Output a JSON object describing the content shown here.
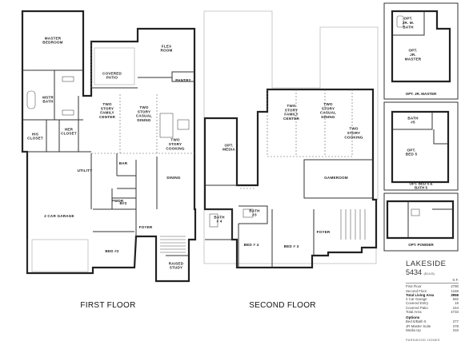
{
  "floors": {
    "first": "FIRST FLOOR",
    "second": "SECOND FLOOR"
  },
  "rooms_first": {
    "master_bedroom": [
      "MASTER",
      "BEDROOM"
    ],
    "mstr_bath": [
      "MSTR",
      "BATH"
    ],
    "his_closet": [
      "HIS",
      "CLOSET"
    ],
    "her_closet": [
      "HER",
      "CLOSET"
    ],
    "covered_patio": [
      "COVERED",
      "PATIO"
    ],
    "flex_room": [
      "FLEX",
      "ROOM"
    ],
    "pantry": [
      "PANTRY"
    ],
    "family_center": [
      "TWO",
      "STORY",
      "FAMILY",
      "CENTER"
    ],
    "casual_dining": [
      "TWO",
      "STORY",
      "CASUAL",
      "DINING"
    ],
    "cooking": [
      "TWO",
      "STORY",
      "COOKING"
    ],
    "utility": [
      "UTILITY"
    ],
    "bar": [
      "BAR"
    ],
    "dining": [
      "DINING"
    ],
    "pwdr": [
      "PWDR"
    ],
    "bath2": [
      "B#2"
    ],
    "garage": [
      "2 CAR GARAGE"
    ],
    "foyer": [
      "FOYER"
    ],
    "bed2": [
      "BED #2"
    ],
    "raised_study": [
      "RAISED",
      "STUDY"
    ]
  },
  "rooms_second": {
    "family_center": [
      "TWO",
      "STORY",
      "FAMILY",
      "CENTER"
    ],
    "casual_dining": [
      "TWO",
      "STORY",
      "CASUAL",
      "DINING"
    ],
    "cooking": [
      "TWO",
      "STORY",
      "COOKING"
    ],
    "opt_media": [
      "OPT.",
      "MEDIA"
    ],
    "gameroom": [
      "GAMEROOM"
    ],
    "bath4": [
      "BATH",
      "# 4"
    ],
    "bath3": [
      "BATH",
      "#3"
    ],
    "bed4": [
      "BED # 4"
    ],
    "bed3": [
      "BED # 3"
    ],
    "foyer": [
      "FOYER"
    ]
  },
  "options": {
    "jr_master": {
      "caption": "OPT. JR. MASTER",
      "bath": [
        "OPT.",
        "JR. M.",
        "BATH"
      ],
      "room": [
        "OPT.",
        "JR.",
        "MASTER"
      ]
    },
    "bed5": {
      "caption": [
        "OPT. BED 5 &",
        "BATH 5"
      ],
      "bath": [
        "BATH",
        "#5"
      ],
      "room": [
        "OPT.",
        "BED 5"
      ]
    },
    "powder": {
      "caption": "OPT. POWDER"
    }
  },
  "spec": {
    "name": "LAKESIDE",
    "number": "5434",
    "code": "(B14J5)",
    "unit": "S.F.",
    "areas": [
      {
        "label": "First Floor",
        "value": "2790",
        "bold": false
      },
      {
        "label": "Second Floor",
        "value": "1168",
        "bold": false
      },
      {
        "label": "Total Living Area",
        "value": "3958",
        "bold": true
      },
      {
        "label": "2 Car Garage",
        "value": "592",
        "bold": false
      },
      {
        "label": "Covered Entry",
        "value": "19",
        "bold": false
      },
      {
        "label": "Covered Patio",
        "value": "164",
        "bold": false
      },
      {
        "label": "Total Area",
        "value": "4733",
        "bold": false
      }
    ],
    "options_title": "Options",
    "options": [
      {
        "label": "Bed 5/Bath 5",
        "value": "277"
      },
      {
        "label": "JR Master Suite",
        "value": "378"
      },
      {
        "label": "Media Up",
        "value": "316"
      }
    ]
  },
  "brand": "PARKWOOD HOMES"
}
